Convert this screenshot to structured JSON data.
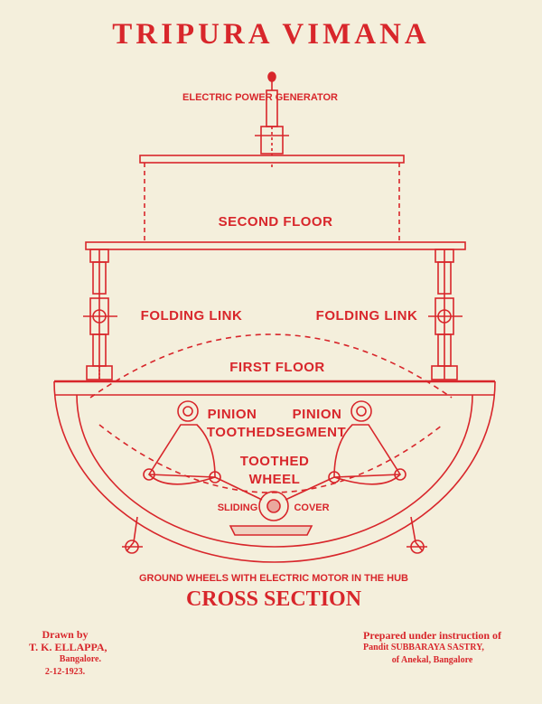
{
  "title": "TRIPURA VIMANA",
  "labels": {
    "generator": "ELECTRIC POWER GENERATOR",
    "second_floor": "SECOND FLOOR",
    "folding_link_left": "FOLDING LINK",
    "folding_link_right": "FOLDING LINK",
    "first_floor": "FIRST FLOOR",
    "pinion_left": "PINION",
    "pinion_right": "PINION",
    "toothed_segment": "TOOTHEDSEGMENT",
    "toothed_wheel_1": "TOOTHED",
    "toothed_wheel_2": "WHEEL",
    "sliding": "SLIDING",
    "cover": "COVER",
    "ground_wheels": "GROUND WHEELS WITH ELECTRIC MOTOR IN THE HUB",
    "cross_section": "CROSS SECTION"
  },
  "credits_left": {
    "line1": "Drawn by",
    "line2": "T. K. ELLAPPA,",
    "line3": "Bangalore.",
    "line4": "2-12-1923."
  },
  "credits_right": {
    "line1": "Prepared under instruction of",
    "line2": "Pandit SUBBARAYA SASTRY,",
    "line3": "of Anekal, Bangalore"
  },
  "colors": {
    "ink": "#d8262b",
    "paper": "#f4efdc"
  }
}
